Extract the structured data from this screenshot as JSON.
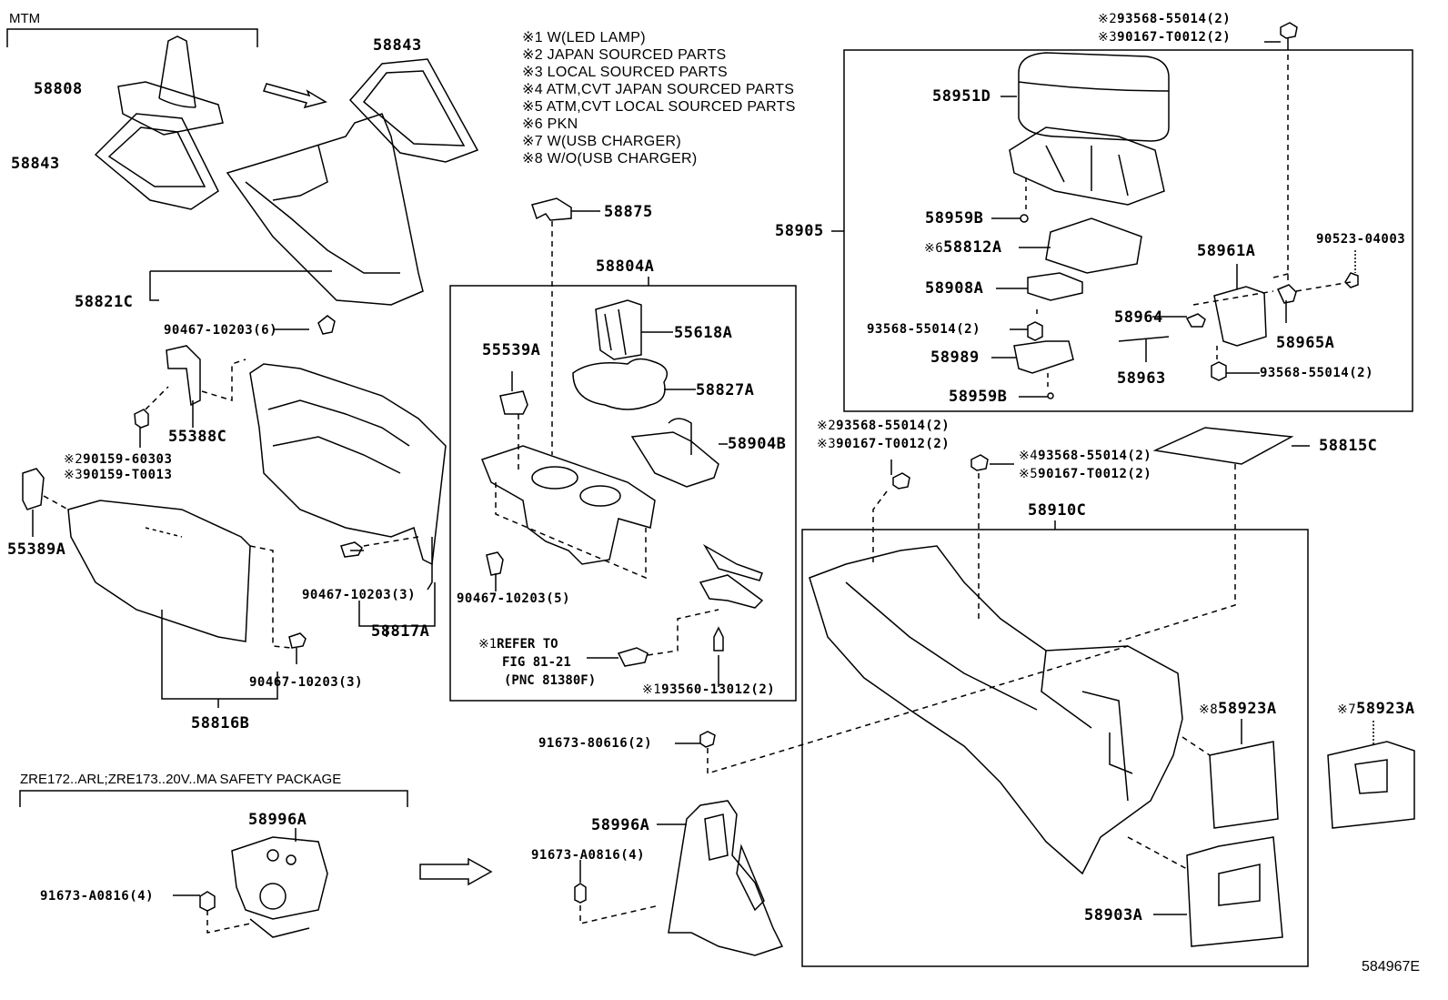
{
  "diagram": {
    "illustration_code": "584967E",
    "notes": [
      "※1 W(LED LAMP)",
      "※2 JAPAN SOURCED PARTS",
      "※3 LOCAL SOURCED PARTS",
      "※4 ATM,CVT JAPAN SOURCED PARTS",
      "※5 ATM,CVT LOCAL SOURCED PARTS",
      "※6 PKN",
      "※7 W(USB CHARGER)",
      "※8 W/O(USB CHARGER)"
    ],
    "groups": {
      "mtm": "MTM",
      "safety_package": "ZRE172..ARL;ZRE173..20V..MA SAFETY PACKAGE"
    },
    "parts": {
      "p58808": "58808",
      "p58843_top": "58843",
      "p58843_left": "58843",
      "p58821c": "58821C",
      "p90467_6": "90467-10203(6)",
      "p55388c": "55388C",
      "p90159_60303_mark": "※2",
      "p90159_60303": "90159-60303",
      "p90159_t0013_mark": "※3",
      "p90159_t0013": "90159-T0013",
      "p55389a": "55389A",
      "p90467_3a": "90467-10203(3)",
      "p58817a": "58817A",
      "p90467_3b": "90467-10203(3)",
      "p58816b": "58816B",
      "p58875": "58875",
      "p58804a": "58804A",
      "p55618a": "55618A",
      "p55539a": "55539A",
      "p58827a": "58827A",
      "p58904b": "58904B",
      "p90467_5": "90467-10203(5)",
      "refer_mark": "※1",
      "refer_line1": "REFER TO",
      "refer_line2": "FIG 81-21",
      "refer_line3": "(PNC 81380F)",
      "p93560_mark": "※1",
      "p93560": "93560-13012(2)",
      "top_bolt_1_mark": "※2",
      "top_bolt_1": "93568-55014(2)",
      "top_bolt_2_mark": "※3",
      "top_bolt_2": "90167-T0012(2)",
      "p58951d": "58951D",
      "p58905": "58905",
      "p58959b_top": "58959B",
      "p58812a_mark": "※6",
      "p58812a": "58812A",
      "p58908a": "58908A",
      "p93568_left": "93568-55014(2)",
      "p58989": "58989",
      "p58959b_bottom": "58959B",
      "p58961a": "58961A",
      "p90523": "90523-04003",
      "p58964": "58964",
      "p58965a": "58965A",
      "p58963": "58963",
      "p93568_right": "93568-55014(2)",
      "mid_bolt_1_mark": "※2",
      "mid_bolt_1": "93568-55014(2)",
      "mid_bolt_2_mark": "※3",
      "mid_bolt_2": "90167-T0012(2)",
      "mid_bolt_3_mark": "※4",
      "mid_bolt_3": "93568-55014(2)",
      "mid_bolt_4_mark": "※5",
      "mid_bolt_4": "90167-T0012(2)",
      "p58815c": "58815C",
      "p58910c": "58910C",
      "p58923a_8_mark": "※8",
      "p58923a_8": "58923A",
      "p58923a_7_mark": "※7",
      "p58923a_7": "58923A",
      "p58903a": "58903A",
      "p91673_80616": "91673-80616(2)",
      "p58996a_right": "58996A",
      "p91673_a0816_right": "91673-A0816(4)",
      "p58996a_left": "58996A",
      "p91673_a0816_left": "91673-A0816(4)"
    }
  }
}
